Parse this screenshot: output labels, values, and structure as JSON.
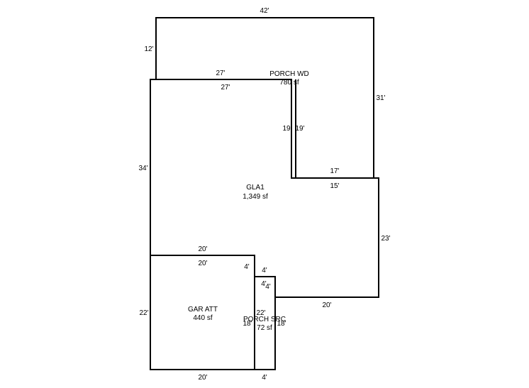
{
  "areas": {
    "porch_wd": {
      "name": "PORCH WD",
      "size": "780 sf"
    },
    "gla1": {
      "name": "GLA1",
      "size": "1,349 sf"
    },
    "gar_att": {
      "name": "GAR ATT",
      "size": "440 sf"
    },
    "porch_src": {
      "name": "PORCH SRC",
      "size": "72 sf"
    }
  },
  "dimensions": {
    "porch_wd_top": "42'",
    "porch_wd_left": "12'",
    "porch_wd_right": "31'",
    "porch_wd_bottom_outer": "27'",
    "porch_wd_inner_left": "19'",
    "porch_wd_inner_right": "19'",
    "porch_wd_bottom_right": "17'",
    "gla_top": "27'",
    "gla_left": "34'",
    "gla_step": "15'",
    "gla_right": "23'",
    "gla_bottom": "20'",
    "gla_gar_edge": "20'",
    "gla_src_left": "4'",
    "gla_src_top": "4'",
    "gar_top": "20'",
    "gar_left": "22'",
    "gar_right": "18'",
    "gar_bottom": "20'",
    "src_top": "4'",
    "src_top_inner": "4'",
    "src_left": "22'",
    "src_right": "18'",
    "src_bottom": "4'"
  }
}
